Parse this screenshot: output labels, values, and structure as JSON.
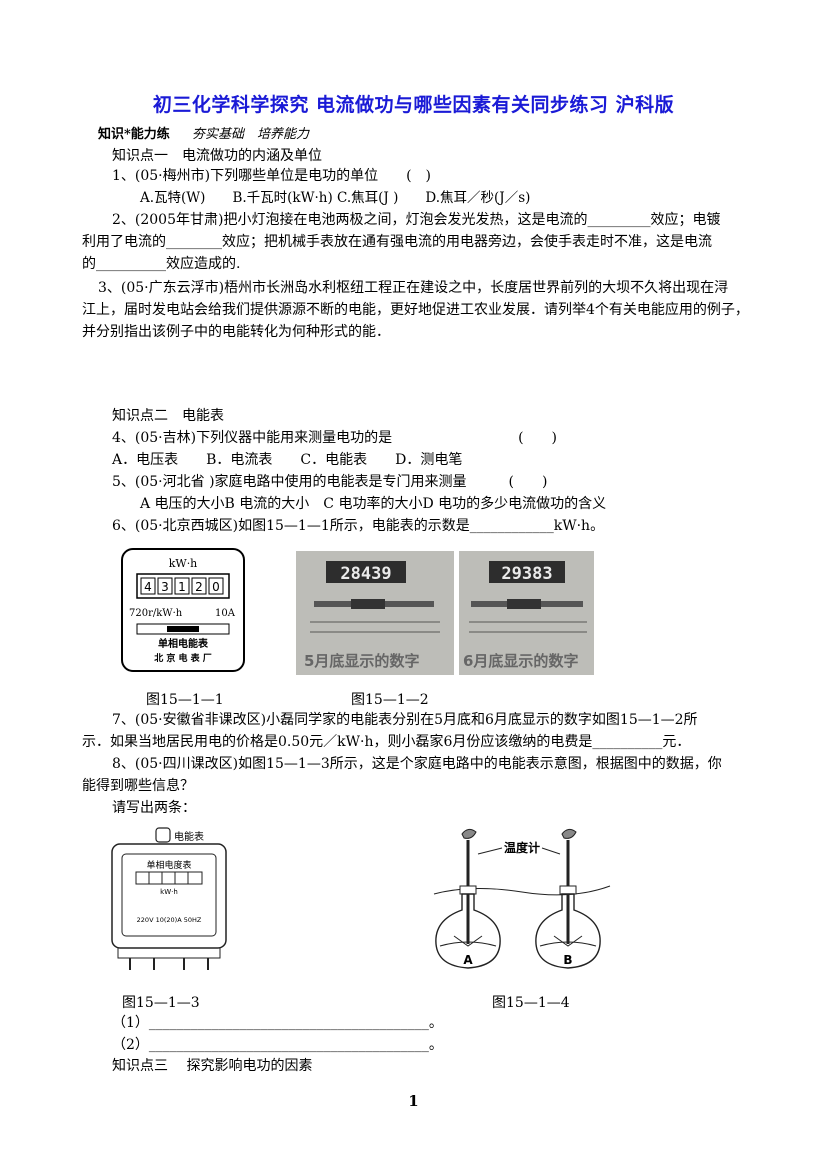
{
  "title": "初三化学科学探究 电流做功与哪些因素有关同步练习 沪科版",
  "section_header": "知识*能力练",
  "section_motto": "夯实基础　培养能力",
  "kp1": "知识点一　电流做功的内涵及单位",
  "q1": "1、(05·梅州市)下列哪些单位是电功的单位　　(　)",
  "q1_opts": "A.瓦特(W)　　B.千瓦时(kW·h) C.焦耳(J )　　D.焦耳／秒(J／s)",
  "q2_l1": "2、(2005年甘肃)把小灯泡接在电池两极之间，灯泡会发光发热，这是电流的_________效应；电镀",
  "q2_l2": "利用了电流的________效应；把机械手表放在通有强电流的用电器旁边，会使手表走时不准，这是电流",
  "q2_l3": "的__________效应造成的.",
  "q3_l1": "3、(05·广东云浮市)梧州市长洲岛水利枢纽工程正在建设之中，长度居世界前列的大坝不久将出现在浔",
  "q3_l2": "江上，届时发电站会给我们提供源源不断的电能，更好地促进工农业发展．请列举4个有关电能应用的例子，",
  "q3_l3": "并分别指出该例子中的电能转化为何种形式的能．",
  "kp2": "知识点二　电能表",
  "q4": "4、(05·吉林)下列仪器中能用来测量电功的是　　　　　　　　　(　　)",
  "q4_opts": "A．电压表　　B．电流表　　C．电能表　　D．测电笔",
  "q5": "5、(05·河北省 )家庭电路中使用的电能表是专门用来测量　　　(　　)",
  "q5_opts": "A 电压的大小B 电流的大小　C 电功率的大小D 电功的多少电流做功的含义",
  "q6": "6、(05·北京西城区)如图15—1—1所示，电能表的示数是____________kW·h。",
  "meter1": {
    "unit": "kW·h",
    "digits": [
      "4",
      "3",
      "1",
      "2",
      "0"
    ],
    "rating_left": "720r/kW·h",
    "rating_right": "10A",
    "name": "单相电能表",
    "maker": "北 京 电 表 厂"
  },
  "photo1": {
    "reading": "28439",
    "label": "5月底显示的数字"
  },
  "photo2": {
    "reading": "29383",
    "label": "6月底显示的数字"
  },
  "cap_fig1": "图15—1—1",
  "cap_fig2": "图15—1—2",
  "q7_l1": "7、(05·安徽省非课改区)小磊同学家的电能表分别在5月底和6月底显示的数字如图15—1—2所",
  "q7_l2": "示．如果当地居民用电的价格是0.50元／kW·h，则小磊家6月份应该缴纳的电费是__________元．",
  "q8_l1": "8、(05·四川课改区)如图15—1—3所示，这是个家庭电路中的电能表示意图，根据图中的数据，你",
  "q8_l2": "能得到哪些信息？",
  "q8_l3": "请写出两条：",
  "meter2": {
    "top_label": "电能表",
    "name": "单相电度表",
    "unit": "kW·h",
    "rating": "220V 10(20)A 50HZ"
  },
  "thermo_label": "温度计",
  "flask_a": "A",
  "flask_b": "B",
  "cap_fig3": "图15—1—3",
  "cap_fig4": "图15—1—4",
  "ans1": "（1）________________________________________。",
  "ans2": "（2）________________________________________。",
  "kp3": "知识点三　 探究影响电功的因素",
  "page_number": "1",
  "colors": {
    "title": "#1a1ad6"
  }
}
